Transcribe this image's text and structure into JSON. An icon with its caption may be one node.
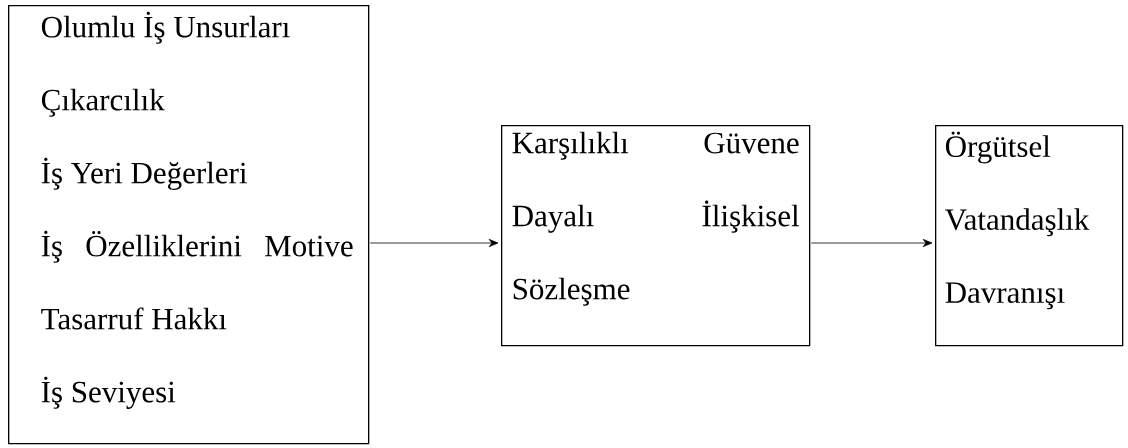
{
  "diagram": {
    "nodes": [
      {
        "text": [
          "Olumlu İş Unsurları",
          "Çıkarcılık",
          "İş Yeri Değerleri",
          "İş Özelliklerini Motive Tasarruf Hakkı",
          "İş Seviyesi"
        ]
      },
      {
        "text": [
          "Karşılıklı Güvene Dayalı İlişkisel Sözleşme"
        ]
      },
      {
        "text": [
          "Örgütsel Vatandaşlık Davranışı"
        ]
      }
    ],
    "edges": [
      {
        "from": 0,
        "to": 1,
        "arrow": "to"
      },
      {
        "from": 1,
        "to": 2,
        "arrow": "to"
      }
    ]
  }
}
